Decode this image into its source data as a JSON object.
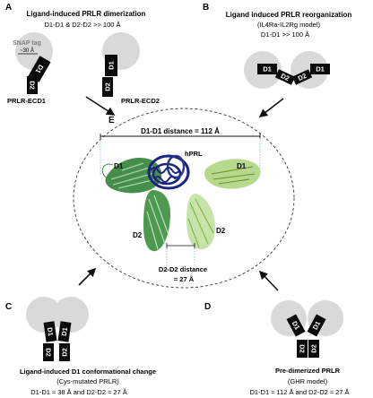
{
  "panels": {
    "A": {
      "letter": "A",
      "title": "Ligand-induced PRLR dimerization",
      "subtitle": "D1-D1 & D2-D2 >> 100 Å",
      "snap_label": "SNAP tag",
      "snap_size": "~30 Å",
      "ecd1_label": "PRLR-ECD1",
      "ecd2_label": "PRLR-ECD2",
      "d1": "D1",
      "d2": "D2"
    },
    "B": {
      "letter": "B",
      "title": "Ligand induced PRLR reorganization",
      "subtitle": "(IL4Ra-IL2Rg model)",
      "distance": "D1-D1 >> 100 Å",
      "d1": "D1",
      "d2": "D2"
    },
    "C": {
      "letter": "C",
      "title": "Ligand-induced D1 conformational change",
      "subtitle": "(Cys-mutated PRLR)",
      "distance": "D1-D1 ≈ 38 Å and D2-D2 ≈ 27 Å",
      "d1": "D1",
      "d2": "D2"
    },
    "D": {
      "letter": "D",
      "title": "Pre-dimerized PRLR",
      "subtitle": "(GHR model)",
      "distance": "D1-D1 ≈ 112 Å and D2-D2 ≈ 27 Å",
      "d1": "D1",
      "d2": "D2"
    },
    "E": {
      "letter": "E",
      "d1_d1_distance": "D1-D1  distance = 112 Å",
      "hprl": "hPRL",
      "d1_left": "D1",
      "d1_right": "D1",
      "d2_left": "D2",
      "d2_right": "D2",
      "d2_d2_line1": "D2-D2 distance",
      "d2_d2_line2": "= 27 Å"
    }
  },
  "colors": {
    "domain_block": "#0b0b0b",
    "snap_tag": "#d9d9d9",
    "hprl": "#1a237e",
    "receptor_dark": "#2e7d32",
    "receptor_light": "#aed581"
  }
}
